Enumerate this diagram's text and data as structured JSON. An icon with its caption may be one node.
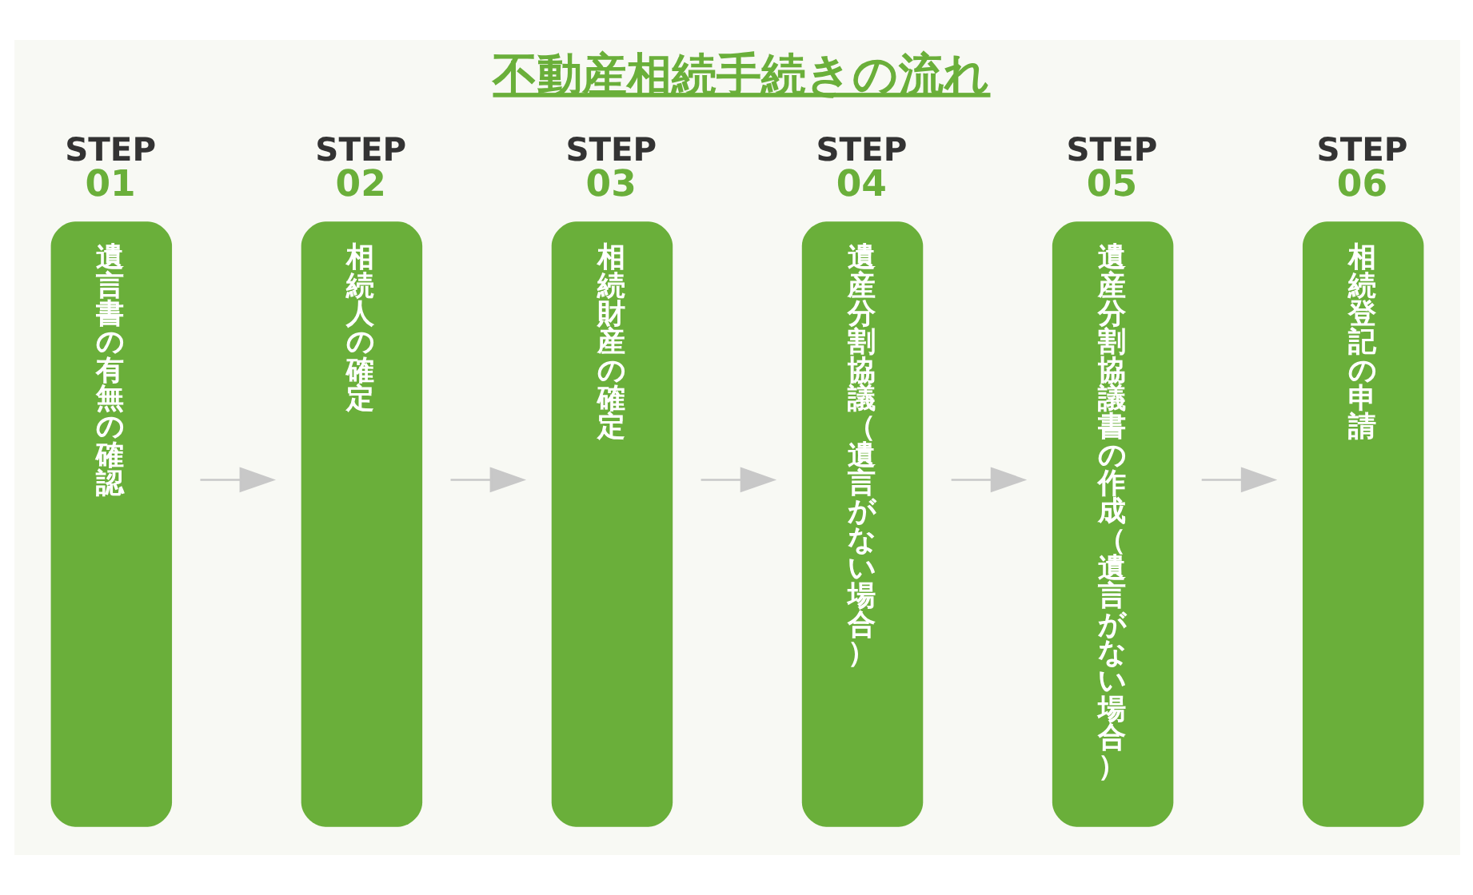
{
  "diagram": {
    "title": "不動産相続手続きの流れ",
    "nodes": [
      {
        "text": [
          "STEP 01",
          "遺言書の有無の確認"
        ]
      },
      {
        "text": [
          "STEP 02",
          "相続人の確定"
        ]
      },
      {
        "text": [
          "STEP 03",
          "相続財産の確定"
        ]
      },
      {
        "text": [
          "STEP 04",
          "遺産分割協議（遺言がない場合）"
        ]
      },
      {
        "text": [
          "STEP 05",
          "遺産分割協議書の作成（遺言がない場合）"
        ]
      },
      {
        "text": [
          "STEP 06",
          "相続登記の申請"
        ]
      }
    ],
    "edges": [
      {
        "from": 0,
        "to": 1,
        "arrow": "to"
      },
      {
        "from": 1,
        "to": 2,
        "arrow": "to"
      },
      {
        "from": 2,
        "to": 3,
        "arrow": "to"
      },
      {
        "from": 3,
        "to": 4,
        "arrow": "to"
      },
      {
        "from": 4,
        "to": 5,
        "arrow": "to"
      }
    ]
  }
}
